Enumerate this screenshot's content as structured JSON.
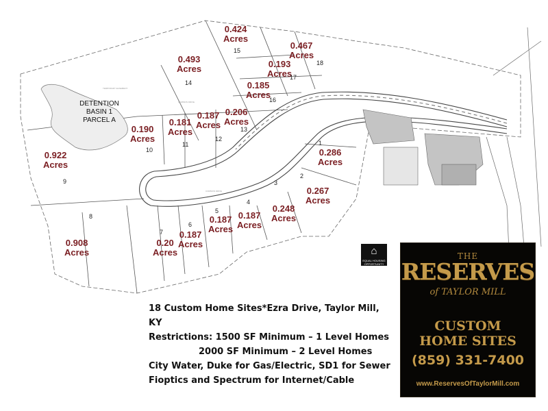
{
  "detention": {
    "line1": "DETENTION",
    "line2": "BASIN 1",
    "line3": "PARCEL A"
  },
  "lots": [
    {
      "num": "1",
      "acres": "0.286"
    },
    {
      "num": "2",
      "acres": "0.267"
    },
    {
      "num": "3",
      "acres": "0.248"
    },
    {
      "num": "4",
      "acres": "0.187"
    },
    {
      "num": "5",
      "acres": "0.187"
    },
    {
      "num": "6",
      "acres": "0.187"
    },
    {
      "num": "7",
      "acres": "0.20"
    },
    {
      "num": "8",
      "acres": "0.908"
    },
    {
      "num": "9",
      "acres": "0.922"
    },
    {
      "num": "10",
      "acres": "0.190"
    },
    {
      "num": "11",
      "acres": "0.181"
    },
    {
      "num": "12",
      "acres": "0.187"
    },
    {
      "num": "13",
      "acres": "0.206"
    },
    {
      "num": "14",
      "acres": "0.493"
    },
    {
      "num": "15",
      "acres": "0.424"
    },
    {
      "num": "16",
      "acres": "0.185"
    },
    {
      "num": "17",
      "acres": "0.193"
    },
    {
      "num": "18",
      "acres": "0.467"
    }
  ],
  "acres_unit": "Acres",
  "info": {
    "line1": "18 Custom Home Sites*Ezra Drive, Taylor Mill, KY",
    "line2": "Restrictions:  1500 SF Minimum – 1 Level Homes",
    "line3": "2000 SF Minimum – 2 Level Homes",
    "line4": "City Water, Duke for Gas/Electric, SD1 for Sewer",
    "line5": "Fioptics and Spectrum for Internet/Cable"
  },
  "ad": {
    "the": "THE",
    "brand": "RESERVES",
    "sub": "of TAYLOR MILL",
    "custom1": "CUSTOM",
    "custom2": "HOME SITES",
    "phone": "(859) 331-7400",
    "url": "www.ReservesOfTaylorMill.com"
  },
  "eho": {
    "text": "EQUAL HOUSING OPPORTUNITY"
  },
  "colors": {
    "acre_label": "#7a1e22",
    "ad_gold": "#c49a4a",
    "ad_bg": "#070604"
  }
}
